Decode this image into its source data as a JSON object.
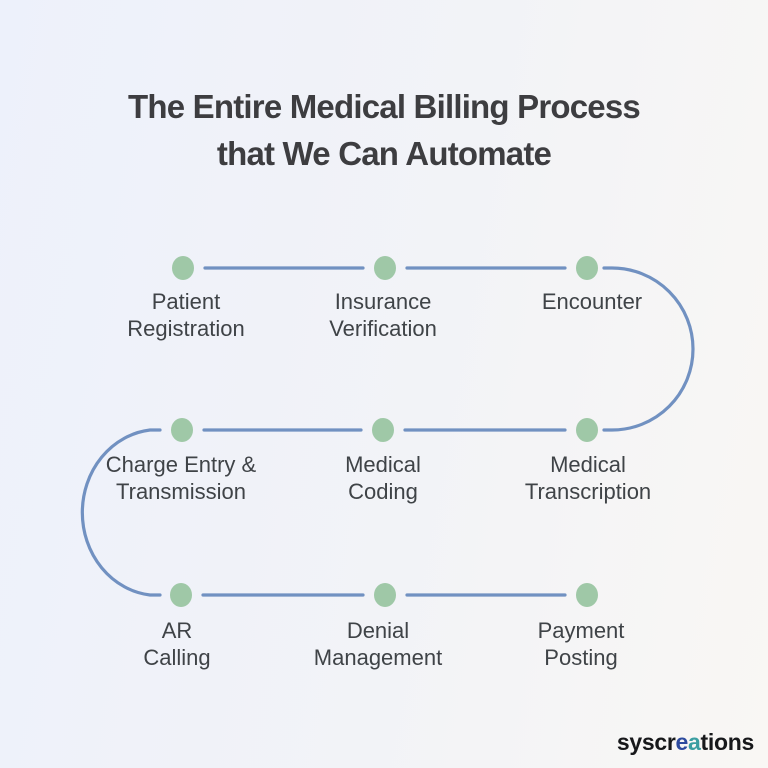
{
  "title": {
    "text": "The Entire Medical Billing Process\nthat We Can Automate"
  },
  "steps": [
    {
      "id": "patient-registration",
      "label": "Patient\nRegistration"
    },
    {
      "id": "insurance-verification",
      "label": "Insurance\nVerification"
    },
    {
      "id": "encounter",
      "label": "Encounter"
    },
    {
      "id": "charge-entry-transmission",
      "label": "Charge Entry &\nTransmission"
    },
    {
      "id": "medical-coding",
      "label": "Medical\nCoding"
    },
    {
      "id": "medical-transcription",
      "label": "Medical\nTranscription"
    },
    {
      "id": "ar-calling",
      "label": "AR\nCalling"
    },
    {
      "id": "denial-management",
      "label": "Denial\nManagement"
    },
    {
      "id": "payment-posting",
      "label": "Payment\nPosting"
    }
  ],
  "logo": {
    "prefix": "syscr",
    "accent1": "e",
    "accent2": "a",
    "suffix": "tions"
  },
  "colors": {
    "dot-green": "#9fc8a7",
    "line-blue": "#7191c1",
    "title-text": "#3d3d40",
    "label-text": "#3f4347",
    "logo-black": "#17181a",
    "logo-blue": "#2d4a9e",
    "logo-teal": "#3b9ea1",
    "bg-left": "#edf1fb",
    "bg-right": "#f9f7f4"
  }
}
